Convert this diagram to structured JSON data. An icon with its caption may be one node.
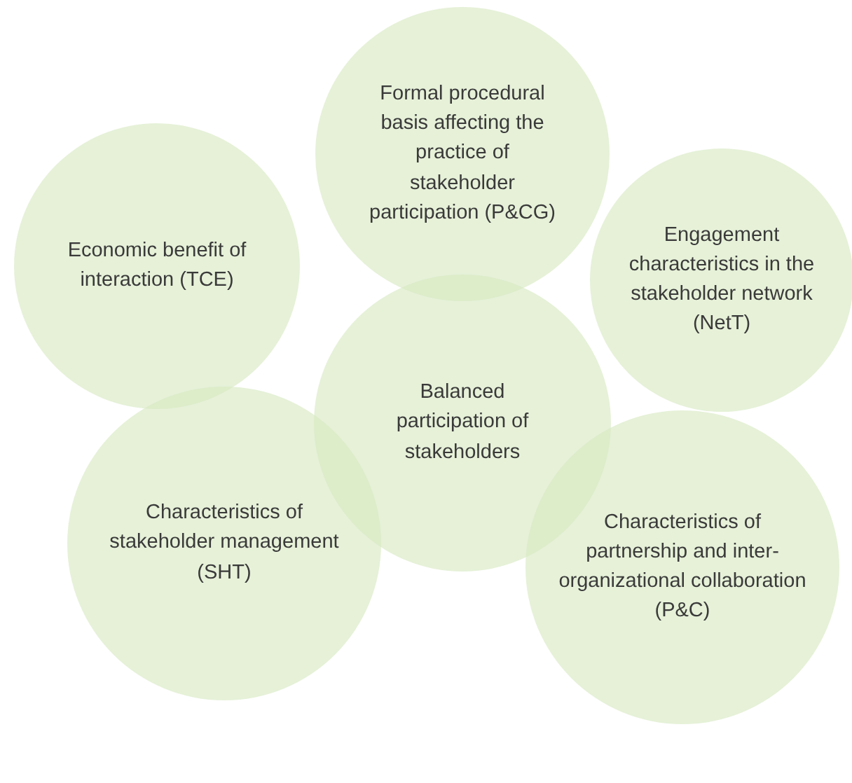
{
  "diagram": {
    "nodes": [
      {
        "text": [
          "Formal procedural basis affecting the practice of stakeholder participation (P&CG)"
        ]
      },
      {
        "text": [
          "Economic benefit of interaction (TCE)"
        ]
      },
      {
        "text": [
          "Engagement characteristics in the stakeholder network (NetT)"
        ]
      },
      {
        "text": [
          "Balanced participation of stakeholders"
        ]
      },
      {
        "text": [
          "Characteristics of stakeholder management (SHT)"
        ]
      },
      {
        "text": [
          "Characteristics of partnership and inter-organizational collaboration (P&C)"
        ]
      }
    ]
  }
}
